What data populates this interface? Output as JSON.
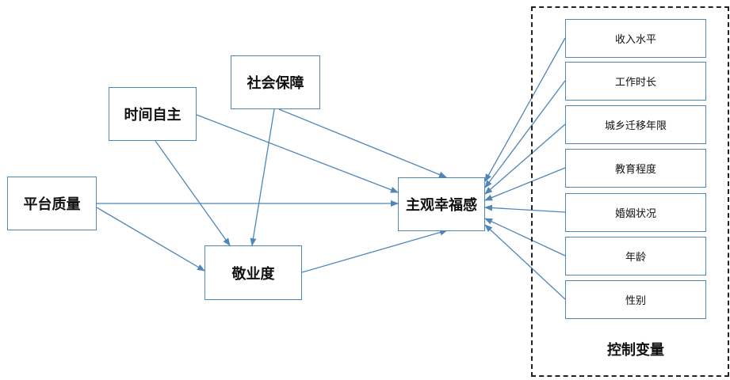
{
  "nodes": {
    "platform_quality": "平台质量",
    "time_autonomy": "时间自主",
    "social_security": "社会保障",
    "engagement": "敬业度",
    "subjective_wellbeing": "主观幸福感"
  },
  "control_variables": {
    "title": "控制变量",
    "items": [
      "收入水平",
      "工作时长",
      "城乡迁移年限",
      "教育程度",
      "婚姻状况",
      "年龄",
      "性别"
    ]
  },
  "colors": {
    "arrow": "#4f86b8",
    "box_border": "#4f86b8",
    "dashed_border": "#222222"
  }
}
